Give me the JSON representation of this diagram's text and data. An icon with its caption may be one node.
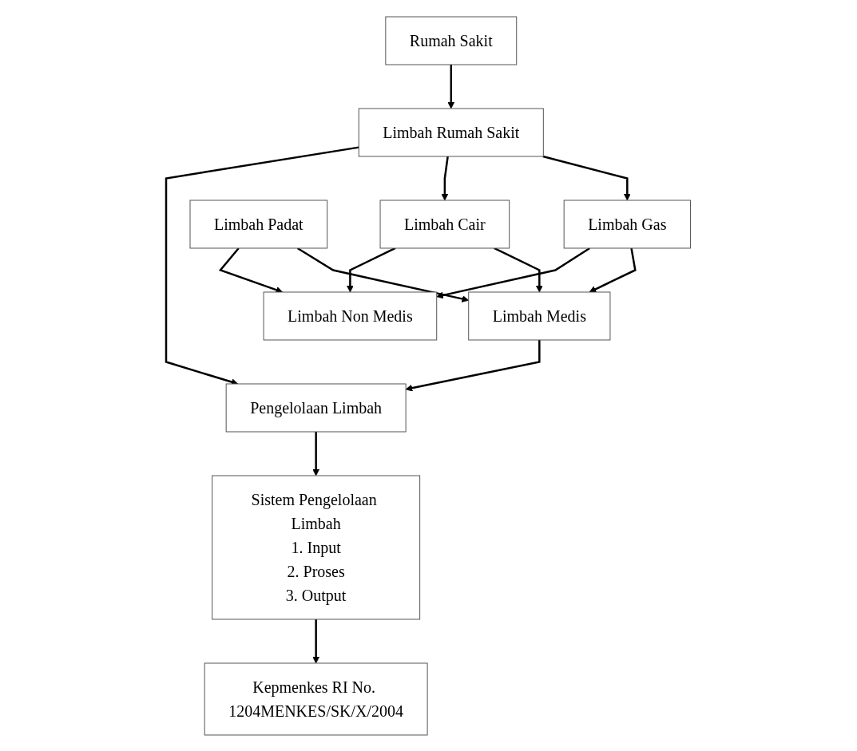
{
  "diagram": {
    "nodes": [
      {
        "text": [
          "Rumah Sakit"
        ]
      },
      {
        "text": [
          "Limbah Rumah Sakit"
        ]
      },
      {
        "text": [
          "Pengelolaan Limbah"
        ]
      },
      {
        "text": [
          "Limbah Cair"
        ]
      },
      {
        "text": [
          "Limbah Padat"
        ]
      },
      {
        "text": [
          "Limbah Gas"
        ]
      },
      {
        "text": [
          "Limbah Non Medis"
        ]
      },
      {
        "text": [
          "Limbah Medis"
        ]
      },
      {
        "text": [
          "Kepmenkes RI No. 1204MENKES/SK/X/2004"
        ]
      },
      {
        "text": [
          "Sistem Pengelolaan Limbah",
          "1. Input",
          "2. Proses",
          "3. Output"
        ]
      }
    ],
    "edges": [
      {
        "from": 0,
        "to": 1,
        "arrow": "to"
      },
      {
        "from": 1,
        "to": 2,
        "arrow": "to"
      },
      {
        "from": 1,
        "to": 3,
        "arrow": "to"
      },
      {
        "from": 1,
        "to": 5,
        "arrow": "to"
      },
      {
        "from": 3,
        "to": 6,
        "arrow": "to"
      },
      {
        "from": 4,
        "to": 6,
        "arrow": "to"
      },
      {
        "from": 5,
        "to": 6,
        "arrow": "to"
      },
      {
        "from": 3,
        "to": 7,
        "arrow": "to"
      },
      {
        "from": 4,
        "to": 7,
        "arrow": "to"
      },
      {
        "from": 5,
        "to": 7,
        "arrow": "to"
      },
      {
        "from": 7,
        "to": 2,
        "arrow": "to"
      },
      {
        "from": 2,
        "to": 9,
        "arrow": "to"
      },
      {
        "from": 9,
        "to": 8,
        "arrow": "to"
      }
    ]
  }
}
